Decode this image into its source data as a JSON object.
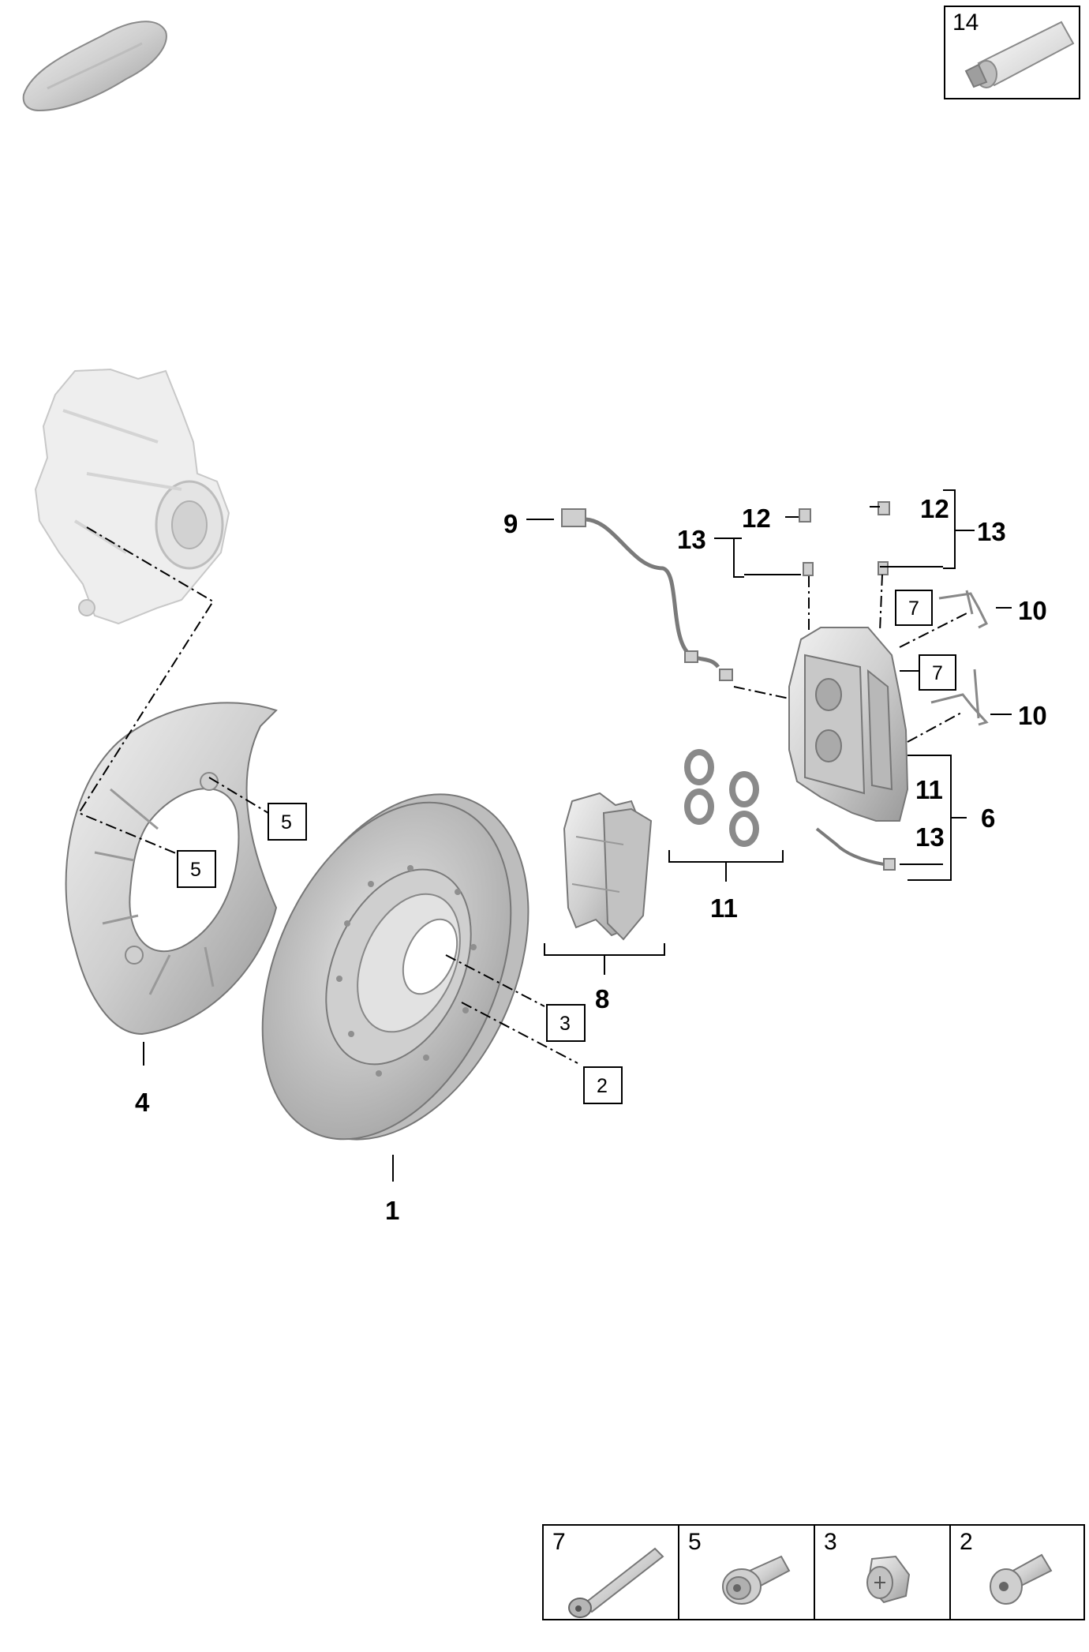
{
  "parts": {
    "p1": "1",
    "p4": "4",
    "p6": "6",
    "p8": "8",
    "p9": "9",
    "p10a": "10",
    "p10b": "10",
    "p11_pistons": "11",
    "p11_caliper": "11",
    "p12_left": "12",
    "p12_right": "12",
    "p13_left": "13",
    "p13_right": "13",
    "p13_caliper": "13"
  },
  "boxed_refs": {
    "b2": "2",
    "b3": "3",
    "b5_upper": "5",
    "b5_lower": "5",
    "b7_upper": "7",
    "b7_lower": "7"
  },
  "top_right_box": {
    "label": "14",
    "icon": "grease-tube-icon"
  },
  "fastener_table": [
    {
      "label": "7",
      "icon": "long-bolt-icon"
    },
    {
      "label": "5",
      "icon": "flange-bolt-icon"
    },
    {
      "label": "3",
      "icon": "hex-screw-icon"
    },
    {
      "label": "2",
      "icon": "countersunk-screw-icon"
    }
  ],
  "colors": {
    "part_fill": "#d6d6d6",
    "part_stroke": "#6d6d6d",
    "lines": "#000000"
  }
}
